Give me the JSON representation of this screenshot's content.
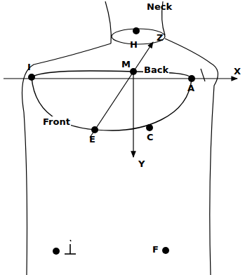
{
  "diagram": {
    "labels": [
      "Neck",
      "H",
      "M",
      "Z",
      "Back",
      "I",
      "X",
      "Front",
      "E",
      "C",
      "A",
      "Y",
      "F"
    ]
  }
}
